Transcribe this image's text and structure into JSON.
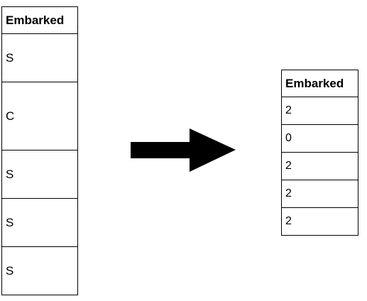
{
  "left_table": {
    "header": "Embarked",
    "rows": [
      "S",
      "C",
      "S",
      "S",
      "S"
    ]
  },
  "right_table": {
    "header": "Embarked",
    "rows": [
      "2",
      "0",
      "2",
      "2",
      "2"
    ]
  },
  "arrow": {
    "icon": "right-arrow-icon",
    "color": "#000000"
  }
}
